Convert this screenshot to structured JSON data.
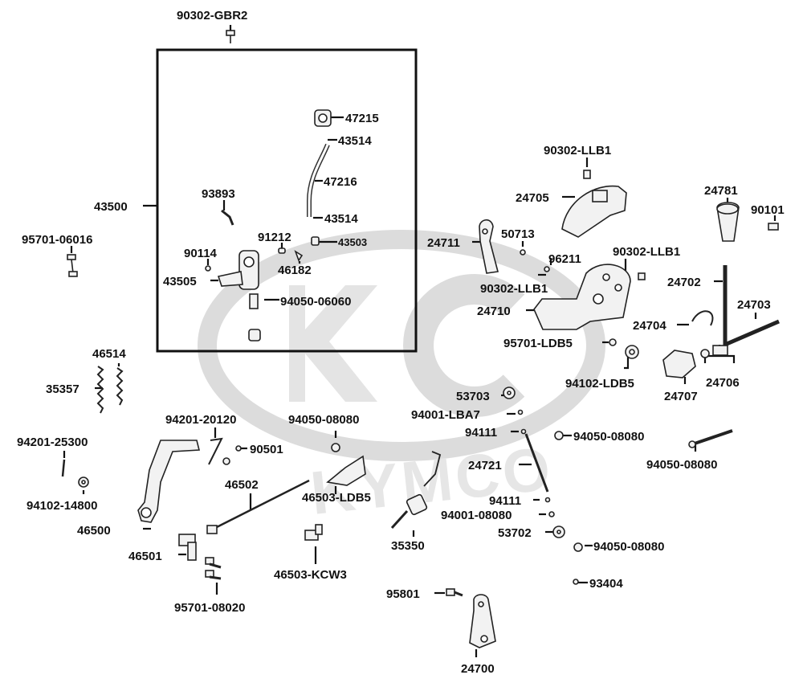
{
  "watermark": {
    "text": "KYMCO",
    "color": "#d9d9d9"
  },
  "parts": [
    {
      "id": "p00",
      "label": "90302-GBR2"
    },
    {
      "id": "p01",
      "label": "47215"
    },
    {
      "id": "p02",
      "label": "43514"
    },
    {
      "id": "p03",
      "label": "47216"
    },
    {
      "id": "p04",
      "label": "43500"
    },
    {
      "id": "p05",
      "label": "93893"
    },
    {
      "id": "p06",
      "label": "43514"
    },
    {
      "id": "p07",
      "label": "91212"
    },
    {
      "id": "p08",
      "label": "43503"
    },
    {
      "id": "p09",
      "label": "90114"
    },
    {
      "id": "p10",
      "label": "46182"
    },
    {
      "id": "p11",
      "label": "43505"
    },
    {
      "id": "p12",
      "label": "94050-06060"
    },
    {
      "id": "p13",
      "label": "95701-06016"
    },
    {
      "id": "p14",
      "label": "90302-LLB1"
    },
    {
      "id": "p15",
      "label": "24705"
    },
    {
      "id": "p16",
      "label": "24781"
    },
    {
      "id": "p17",
      "label": "90101"
    },
    {
      "id": "p18",
      "label": "24711"
    },
    {
      "id": "p19",
      "label": "50713"
    },
    {
      "id": "p20",
      "label": "90302-LLB1"
    },
    {
      "id": "p21",
      "label": "96211"
    },
    {
      "id": "p22",
      "label": "24702"
    },
    {
      "id": "p23",
      "label": "90302-LLB1"
    },
    {
      "id": "p24",
      "label": "24710"
    },
    {
      "id": "p25",
      "label": "24703"
    },
    {
      "id": "p26",
      "label": "24704"
    },
    {
      "id": "p27",
      "label": "95701-LDB5"
    },
    {
      "id": "p28",
      "label": "94102-LDB5"
    },
    {
      "id": "p29",
      "label": "24706"
    },
    {
      "id": "p30",
      "label": "24707"
    },
    {
      "id": "p31",
      "label": "46514"
    },
    {
      "id": "p32",
      "label": "35357"
    },
    {
      "id": "p33",
      "label": "53703"
    },
    {
      "id": "p34",
      "label": "94001-LBA7"
    },
    {
      "id": "p35",
      "label": "94201-20120"
    },
    {
      "id": "p36",
      "label": "94050-08080"
    },
    {
      "id": "p37",
      "label": "94111"
    },
    {
      "id": "p38",
      "label": "94050-08080"
    },
    {
      "id": "p39",
      "label": "94201-25300"
    },
    {
      "id": "p40",
      "label": "90501"
    },
    {
      "id": "p41",
      "label": "24721"
    },
    {
      "id": "p42",
      "label": "94050-08080"
    },
    {
      "id": "p43",
      "label": "46502"
    },
    {
      "id": "p44",
      "label": "46503-LDB5"
    },
    {
      "id": "p45",
      "label": "94102-14800"
    },
    {
      "id": "p46",
      "label": "94111"
    },
    {
      "id": "p47",
      "label": "94001-08080"
    },
    {
      "id": "p48",
      "label": "46500"
    },
    {
      "id": "p49",
      "label": "53702"
    },
    {
      "id": "p50",
      "label": "35350"
    },
    {
      "id": "p51",
      "label": "94050-08080"
    },
    {
      "id": "p52",
      "label": "46501"
    },
    {
      "id": "p53",
      "label": "46503-KCW3"
    },
    {
      "id": "p54",
      "label": "93404"
    },
    {
      "id": "p55",
      "label": "95801"
    },
    {
      "id": "p56",
      "label": "95701-08020"
    },
    {
      "id": "p57",
      "label": "24700"
    }
  ]
}
